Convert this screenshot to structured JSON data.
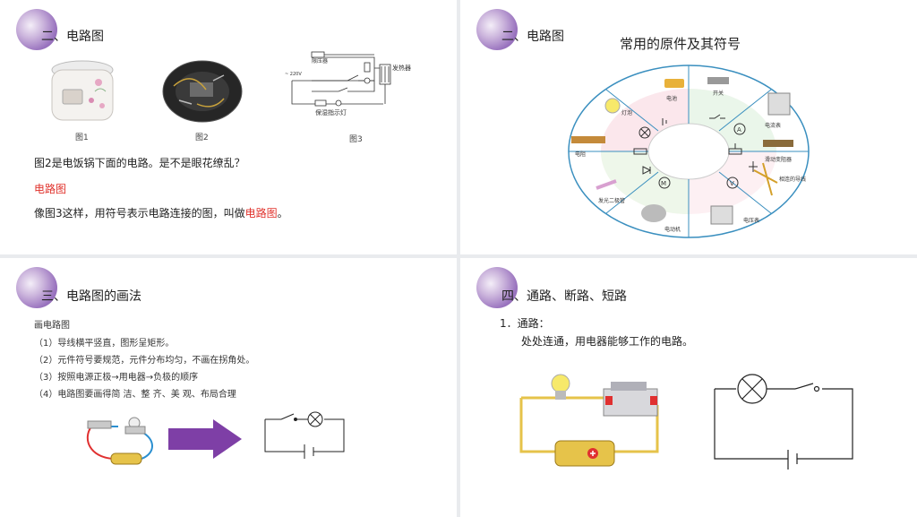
{
  "slides": [
    {
      "title": "二、电路图",
      "captions": [
        "图1",
        "图2",
        "图3"
      ],
      "fig3_labels": {
        "heater": "发热器",
        "indicator": "保湿指示灯",
        "limiter": "限压器",
        "voltage": "~ 220V"
      },
      "para1": "图2是电饭锅下面的电路。是不是眼花缭乱？",
      "heading": "电路图",
      "para2_before": "像图3这样，用符号表示电路连接的图，叫做",
      "para2_red": "电路图",
      "para2_after": "。"
    },
    {
      "title": "二、电路图",
      "heading": "常用的原件及其符号",
      "parts": [
        "电池",
        "开关",
        "电流表",
        "滑动变阻器",
        "相连的导线",
        "电压表",
        "电动机",
        "发光二极管",
        "电阻",
        "灯泡"
      ]
    },
    {
      "title": "三、电路图的画法",
      "subtitle": "画电路图",
      "rules": [
        "（1）导线横平竖直，图形呈矩形。",
        "（2）元件符号要规范，元件分布均匀，不画在拐角处。",
        "（3）按照电源正极→用电器→负极的顺序",
        "（4）电路图要画得简 洁、整 齐、美 观、布局合理"
      ]
    },
    {
      "title": "四、通路、断路、短路",
      "item_label": "1．通路：",
      "item_desc": "处处连通，用电器能够工作的电路。"
    }
  ],
  "colors": {
    "accent_purple": "#7e3fa6",
    "red": "#e0322c"
  }
}
